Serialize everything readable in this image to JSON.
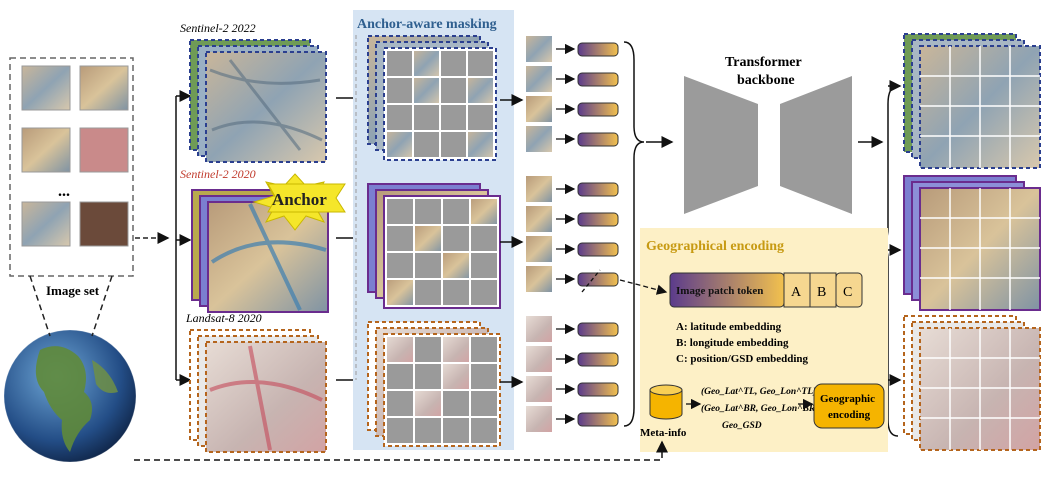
{
  "labels": {
    "sentinel_2022": "Sentinel-2 2022",
    "sentinel_2020": "Sentinel-2 2020",
    "landsat_2020": "Landsat-8 2020",
    "anchor": "Anchor",
    "image_set": "Image set",
    "ellipsis": "...",
    "anchor_masking": "Anchor-aware masking",
    "transformer_line1": "Transformer",
    "transformer_line2": "backbone",
    "geo_title": "Geographical encoding",
    "image_patch_token": "Image patch token",
    "token_a": "A",
    "token_b": "B",
    "token_c": "C",
    "legend_a": "A: latitude embedding",
    "legend_b": "B: longitude embedding",
    "legend_c": "C: position/GSD embedding",
    "meta_info": "Meta-info",
    "geo_tuple_line1": "(Geo_Lat^TL, Geo_Lon^TL)",
    "geo_tuple_line2": "(Geo_Lat^BR, Geo_Lon^BR)",
    "geo_tuple_line3": "Geo_GSD",
    "geo_encoding_box_line1": "Geographic",
    "geo_encoding_box_line2": "encoding"
  },
  "colors": {
    "sentinel_2022_border": "#2b3f8f",
    "sentinel_2020_border": "#6a2c8e",
    "landsat_border": "#b5651d",
    "sentinel_2020_label": "#c0392b",
    "anchor_star": "#f5e62a",
    "masking_panel": "#d6e4f3",
    "geo_panel": "#fdf0c6",
    "geo_title": "#c79a12",
    "token_grad_start": "#5b3b8c",
    "token_grad_end": "#f2c14e",
    "geo_box": "#f5b400",
    "mask_gray": "#9a9a9a",
    "backbone_gray": "#9b9b9b"
  },
  "icons": [
    "earth-globe-icon",
    "anchor-star-icon",
    "database-cylinder-icon",
    "arrow-icon"
  ]
}
